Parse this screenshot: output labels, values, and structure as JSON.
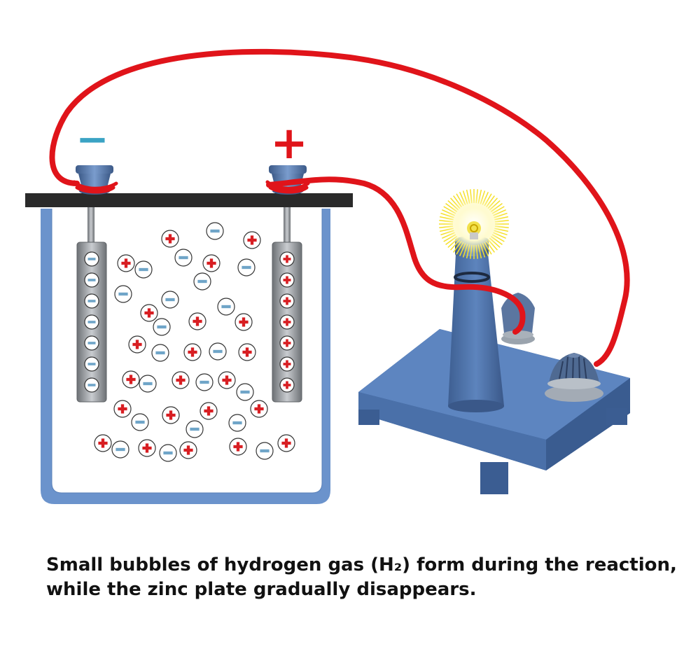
{
  "labels": {
    "negative_sign": "−",
    "positive_sign": "+"
  },
  "caption": {
    "line1": "Small bubbles of hydrogen gas (H₂) form during the reaction,",
    "line2": "while the zinc plate gradually disappears."
  },
  "colors": {
    "wire": "#e0141a",
    "beaker_blue": "#6b93cc",
    "lid": "#2a2a2a",
    "lamp_base": "#4a6fa5",
    "electrode_gray": "#8e9296",
    "plus_ion": "#d81e22",
    "minus_ion": "#6fa5c8",
    "minus_label": "#3aa3c4",
    "plus_label": "#e0141a",
    "glow": "#f5e02a"
  },
  "icons": [
    "battery-cell-diagram",
    "light-bulb-icon",
    "terminal-screw-icon"
  ]
}
